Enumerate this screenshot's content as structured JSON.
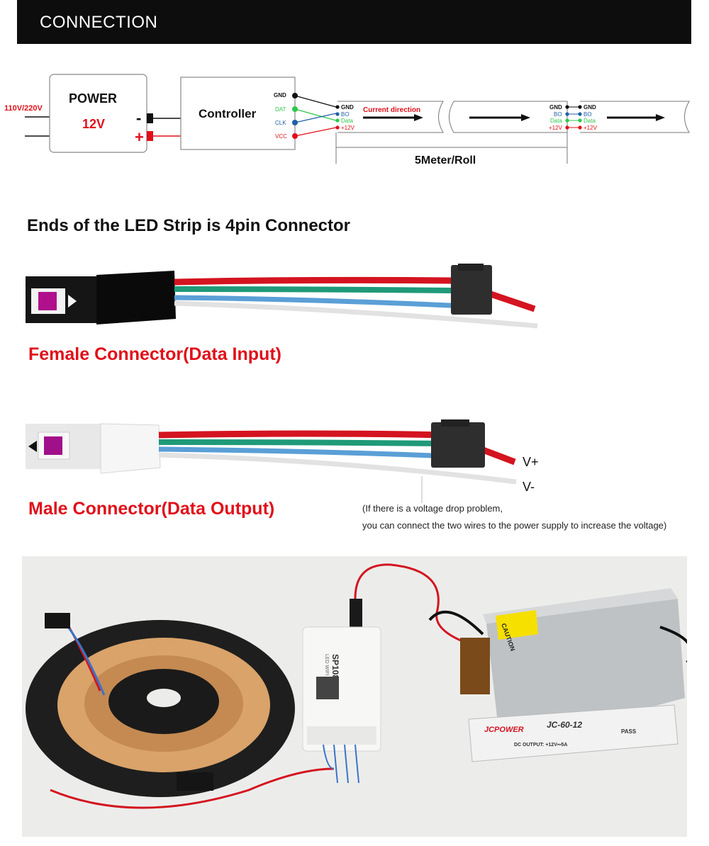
{
  "header": {
    "title": "CONNECTION"
  },
  "diagram": {
    "input_voltage": "110V/220V",
    "power_label": "POWER",
    "power_voltage": "12V",
    "minus_sign": "-",
    "plus_sign": "+",
    "controller_label": "Controller",
    "controller_pins": [
      "GND",
      "DAT",
      "CLK",
      "VCC"
    ],
    "strip_pins": [
      "GND",
      "BO",
      "Data",
      "+12V"
    ],
    "direction_label": "Current direction",
    "length_label": "5Meter/Roll"
  },
  "connector_section": {
    "title": "Ends of the LED Strip is 4pin Connector",
    "female_caption": "Female Connector(Data Input)",
    "male_caption": "Male Connector(Data Output)",
    "v_plus": "V+",
    "v_minus": "V-",
    "note_line1": "(If there is a voltage drop problem,",
    "note_line2": "you can connect the two wires to the power supply to increase the voltage)"
  },
  "photo": {
    "controller_brand": "SP108E",
    "controller_sub": "LED WIFI controller",
    "psu_brand": "JCPOWER",
    "psu_model": "JC-60-12",
    "psu_output": "DC OUTPUT: +12V⎓5A",
    "psu_pass": "PASS",
    "psu_caution": "CAUTION"
  },
  "colors": {
    "red": "#e0101a",
    "green": "#2ec84a",
    "blue": "#1f5fa8",
    "black": "#111111",
    "wire_teal": "#1f9a78",
    "wire_blue": "#5a9fd6"
  }
}
